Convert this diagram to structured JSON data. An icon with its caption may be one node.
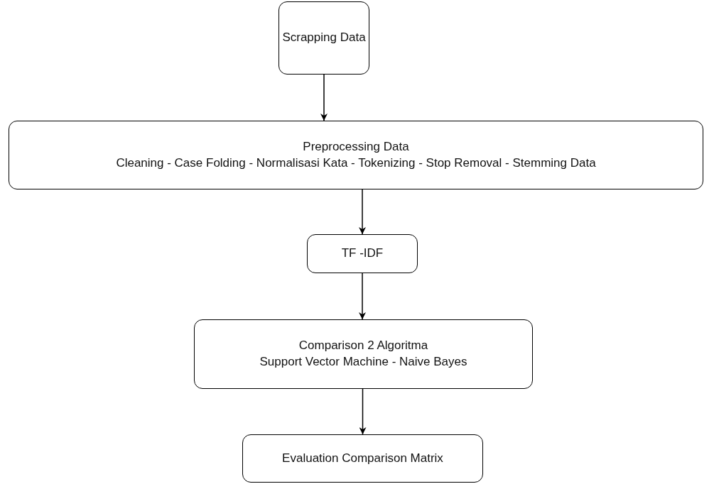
{
  "diagram": {
    "nodes": [
      {
        "text": [
          "Scrapping Data"
        ]
      },
      {
        "text": [
          "Preprocessing Data",
          "Cleaning - Case Folding - Normalisasi Kata - Tokenizing - Stop Removal - Stemming Data"
        ]
      },
      {
        "text": [
          "TF -IDF"
        ]
      },
      {
        "text": [
          "Comparison 2 Algoritma",
          "Support Vector Machine - Naive Bayes"
        ]
      },
      {
        "text": [
          "Evaluation Comparison Matrix"
        ]
      }
    ],
    "edges": [
      {
        "from": 0,
        "to": 1,
        "arrow": "to"
      },
      {
        "from": 1,
        "to": 2,
        "arrow": "to"
      },
      {
        "from": 2,
        "to": 3,
        "arrow": "to"
      },
      {
        "from": 3,
        "to": 4,
        "arrow": "to"
      }
    ]
  }
}
